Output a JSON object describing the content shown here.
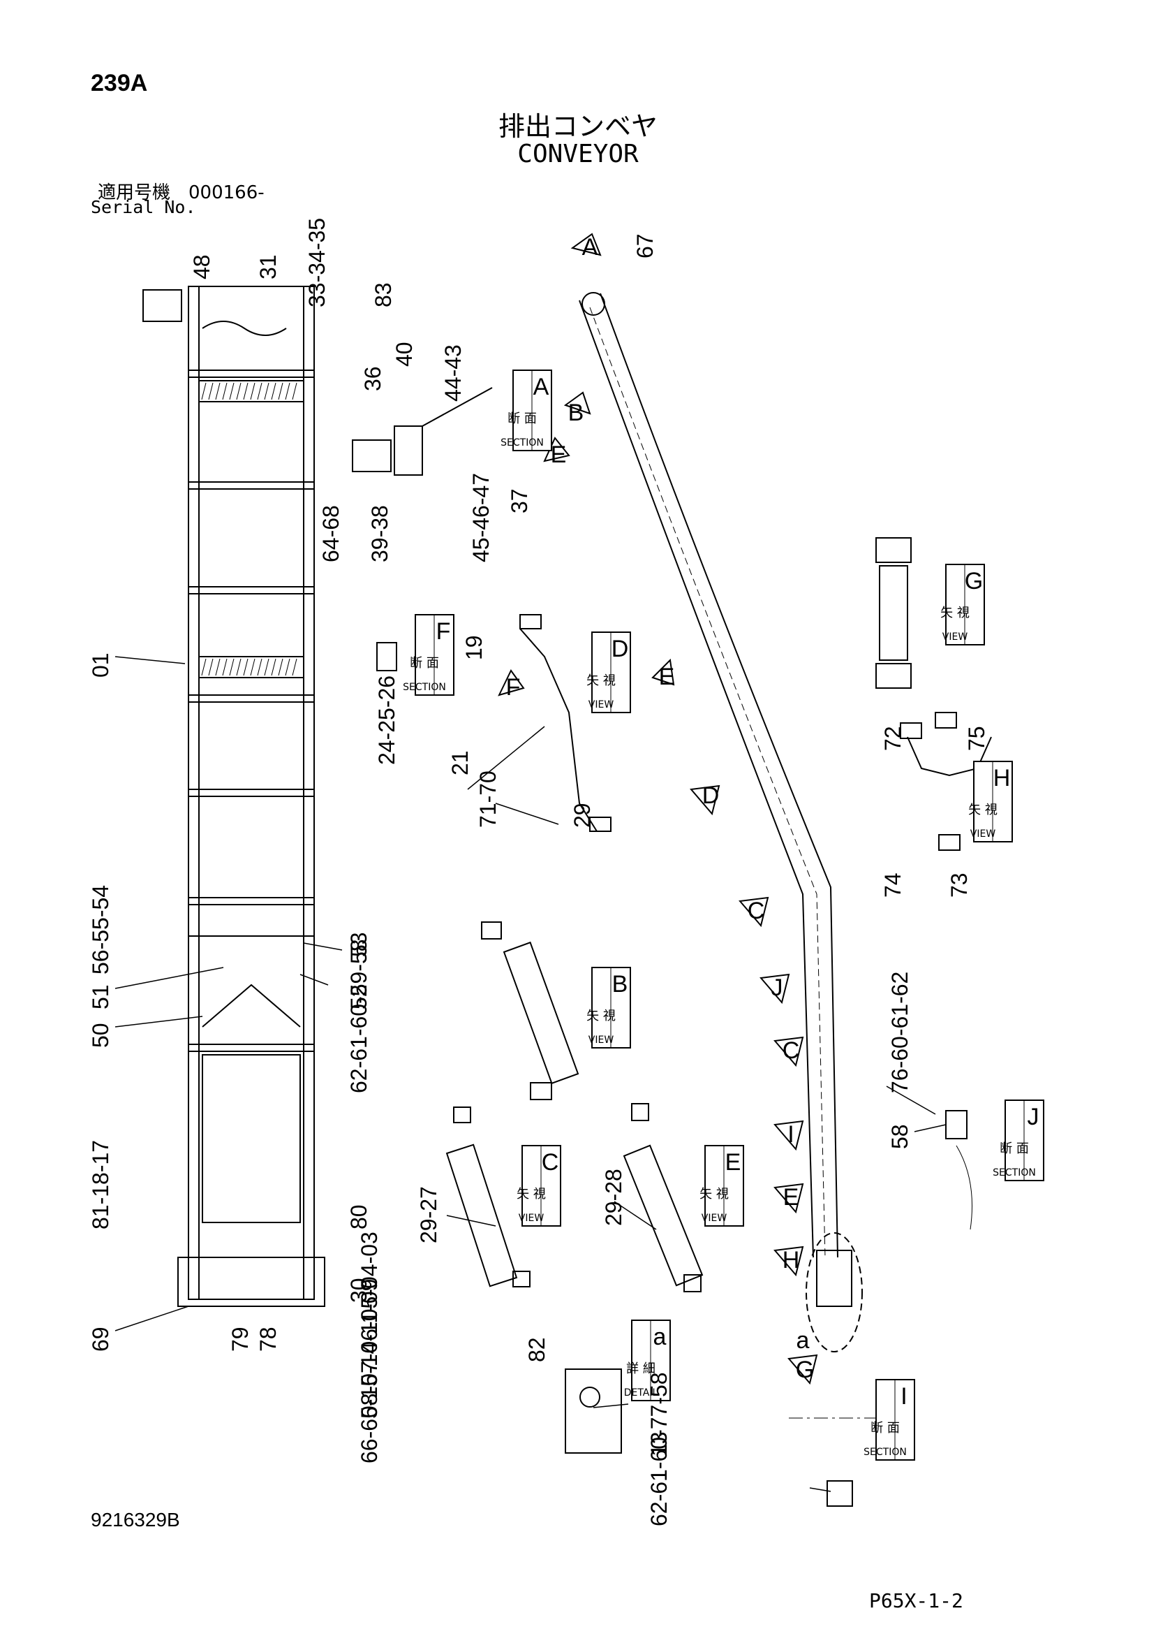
{
  "header": {
    "page_number": "239A",
    "title_jp": "排出コンベヤ",
    "title_en": "CONVEYOR",
    "serial_label_jp": "適用号機　000166-",
    "serial_label_en": "Serial No."
  },
  "footer": {
    "document_number": "9216329B",
    "page_code": "P65X-1-2"
  },
  "part_callouts": [
    "48",
    "31",
    "33-34-35",
    "83",
    "36",
    "40",
    "44-43",
    "37",
    "64-68",
    "39-38",
    "45-46-47",
    "01",
    "19",
    "21",
    "71-70",
    "29",
    "24-25-26",
    "72",
    "75",
    "74",
    "73",
    "56-55-54",
    "53",
    "51",
    "52",
    "50",
    "62-61-60-59-58",
    "29-27",
    "29-28",
    "76-60-61-62",
    "58",
    "81-18-17",
    "80",
    "30",
    "69",
    "79",
    "78",
    "82",
    "13",
    "66-65-15-14-11-09",
    "08-07-06-05-04-03",
    "62-61-60-77-58",
    "67"
  ],
  "view_labels": [
    {
      "letter": "A",
      "jp": "断 面",
      "en": "SECTION"
    },
    {
      "letter": "F",
      "jp": "断 面",
      "en": "SECTION"
    },
    {
      "letter": "D",
      "jp": "矢 視",
      "en": "VIEW"
    },
    {
      "letter": "G",
      "jp": "矢 視",
      "en": "VIEW"
    },
    {
      "letter": "H",
      "jp": "矢 視",
      "en": "VIEW"
    },
    {
      "letter": "B",
      "jp": "矢 視",
      "en": "VIEW"
    },
    {
      "letter": "C",
      "jp": "矢 視",
      "en": "VIEW"
    },
    {
      "letter": "E",
      "jp": "矢 視",
      "en": "VIEW"
    },
    {
      "letter": "J",
      "jp": "断 面",
      "en": "SECTION"
    },
    {
      "letter": "a",
      "jp": "詳 細",
      "en": "DETAIL"
    },
    {
      "letter": "I",
      "jp": "断 面",
      "en": "SECTION"
    }
  ],
  "direction_arrows": [
    "A",
    "B",
    "E",
    "F",
    "E",
    "D",
    "C",
    "J",
    "C",
    "I",
    "E",
    "H",
    "G"
  ],
  "detail_marker": "a"
}
